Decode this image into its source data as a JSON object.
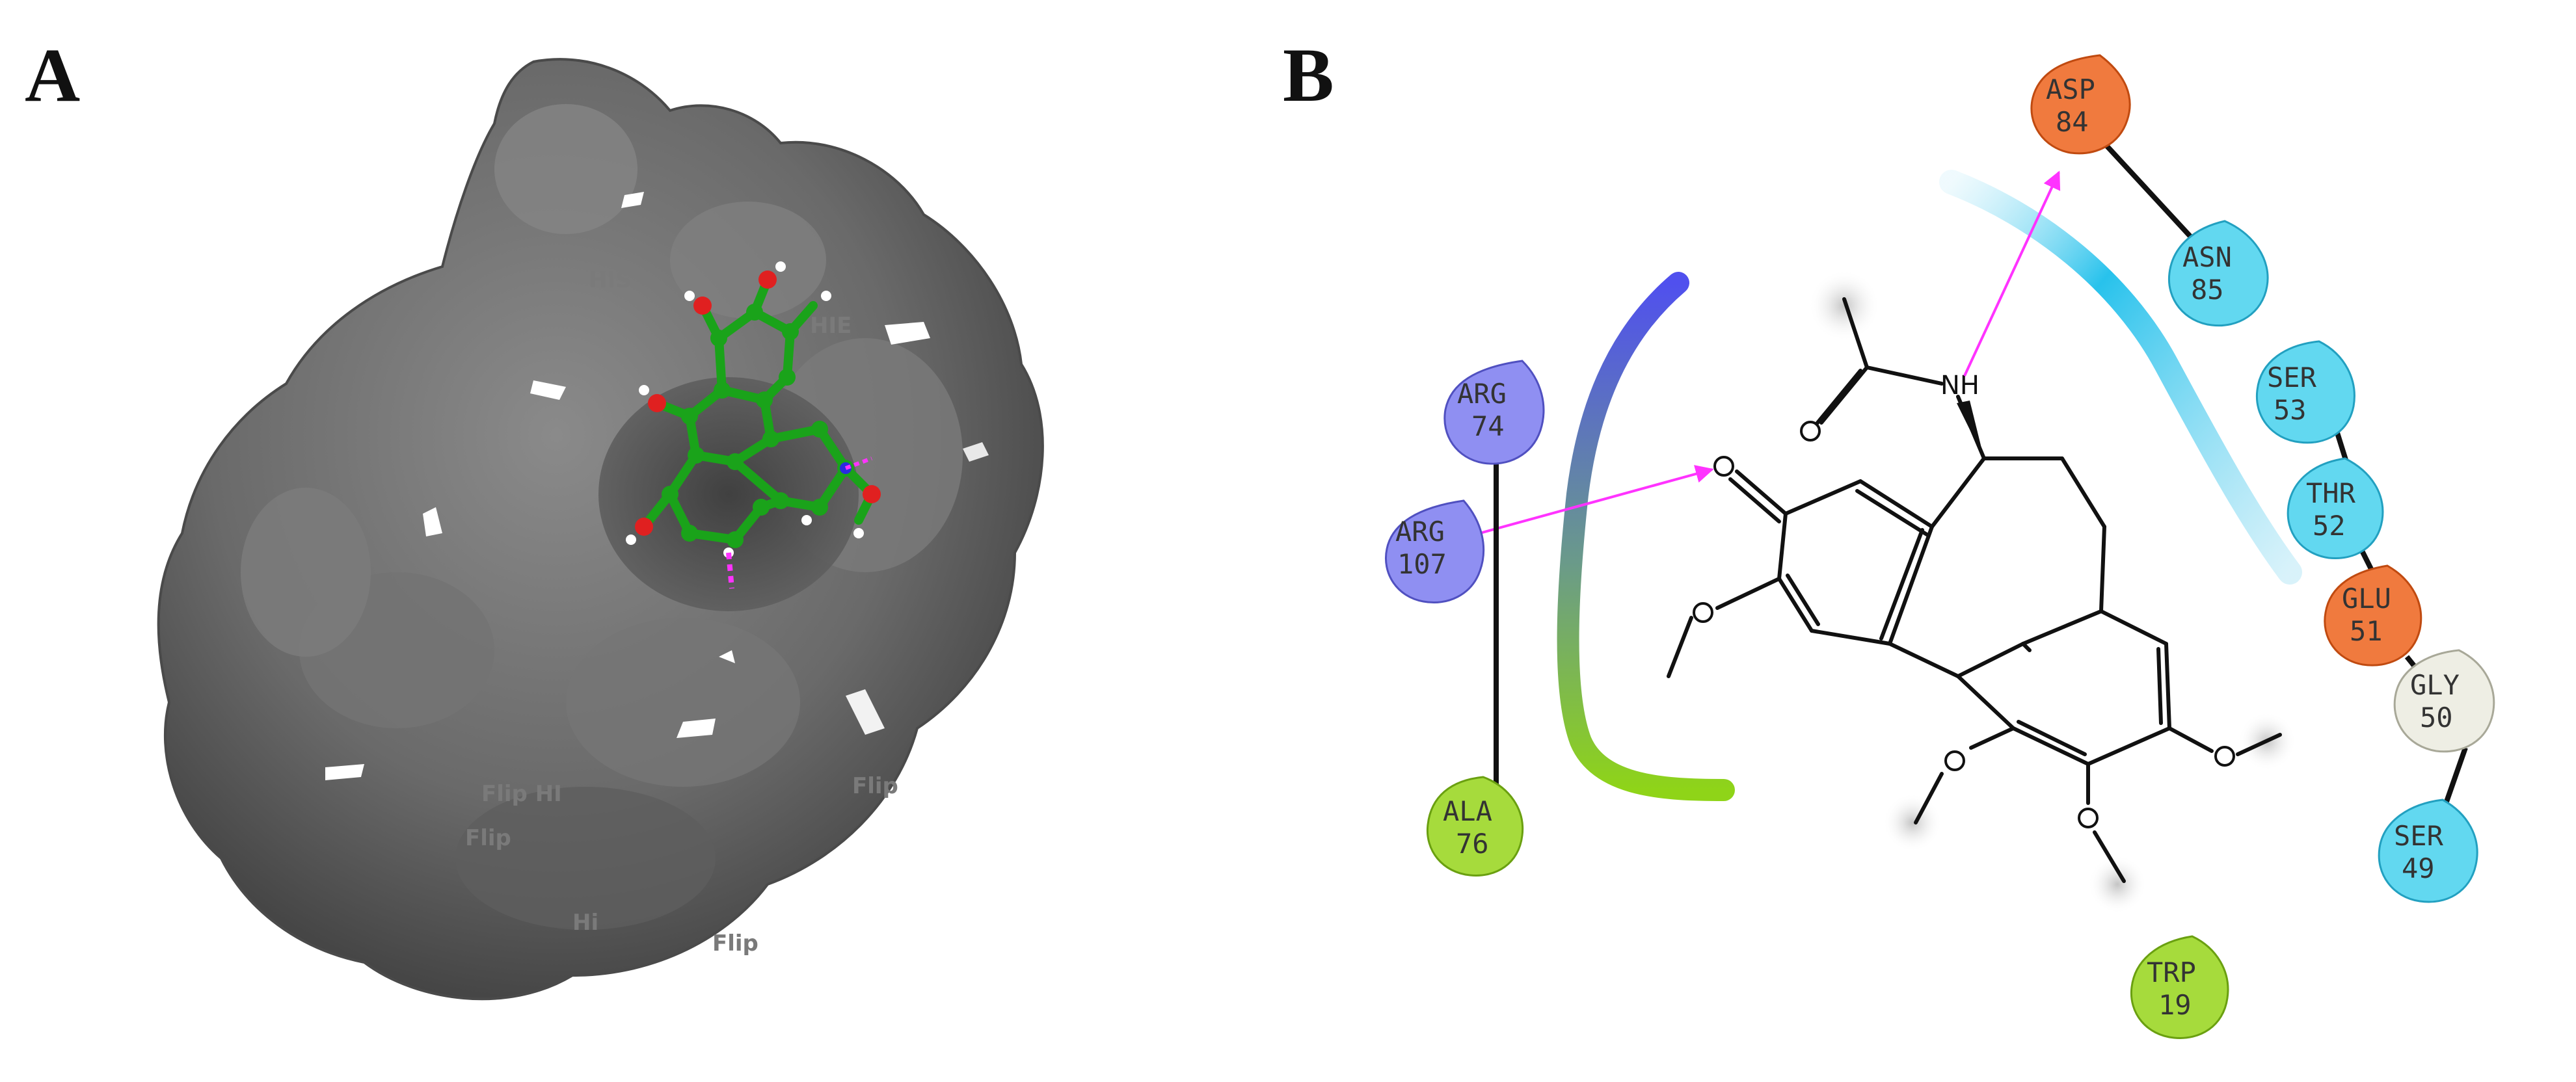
{
  "panels": {
    "a": {
      "letter": "A"
    },
    "b": {
      "letter": "B"
    }
  },
  "surface_labels": [
    "HIS",
    "HIE",
    "Flip HI",
    "Flip",
    "Flip",
    "Hi",
    "Flip"
  ],
  "residues": [
    {
      "name": "ASP",
      "num": "84",
      "color": "#f07a3e",
      "type": "negative"
    },
    {
      "name": "ASN",
      "num": "85",
      "color": "#62d8f0",
      "type": "polar"
    },
    {
      "name": "SER",
      "num": "53",
      "color": "#62d8f0",
      "type": "polar"
    },
    {
      "name": "THR",
      "num": "52",
      "color": "#62d8f0",
      "type": "polar"
    },
    {
      "name": "GLU",
      "num": "51",
      "color": "#f07a3e",
      "type": "negative"
    },
    {
      "name": "GLY",
      "num": "50",
      "color": "#eeeee4",
      "type": "glycine"
    },
    {
      "name": "SER",
      "num": "49",
      "color": "#62d8f0",
      "type": "polar"
    },
    {
      "name": "ARG",
      "num": "74",
      "color": "#8f8ff2",
      "type": "positive"
    },
    {
      "name": "ARG",
      "num": "107",
      "color": "#8f8ff2",
      "type": "positive"
    },
    {
      "name": "ALA",
      "num": "76",
      "color": "#a6db3c",
      "type": "hydrophobic"
    },
    {
      "name": "TRP",
      "num": "19",
      "color": "#a6db3c",
      "type": "hydrophobic"
    }
  ],
  "atoms": {
    "nh": "NH",
    "o": "O"
  },
  "colors": {
    "hbond": "#ff33ff",
    "ligand_carbon": "#1aa31a",
    "surface": "#6e6e6e",
    "pocket_blue_green": [
      "#4a4af0",
      "#8ad41a"
    ],
    "pocket_cyan": "#2cc4ec"
  },
  "icons": [
    "protein-surface",
    "ligand-ball-and-stick",
    "residue-droplet"
  ]
}
